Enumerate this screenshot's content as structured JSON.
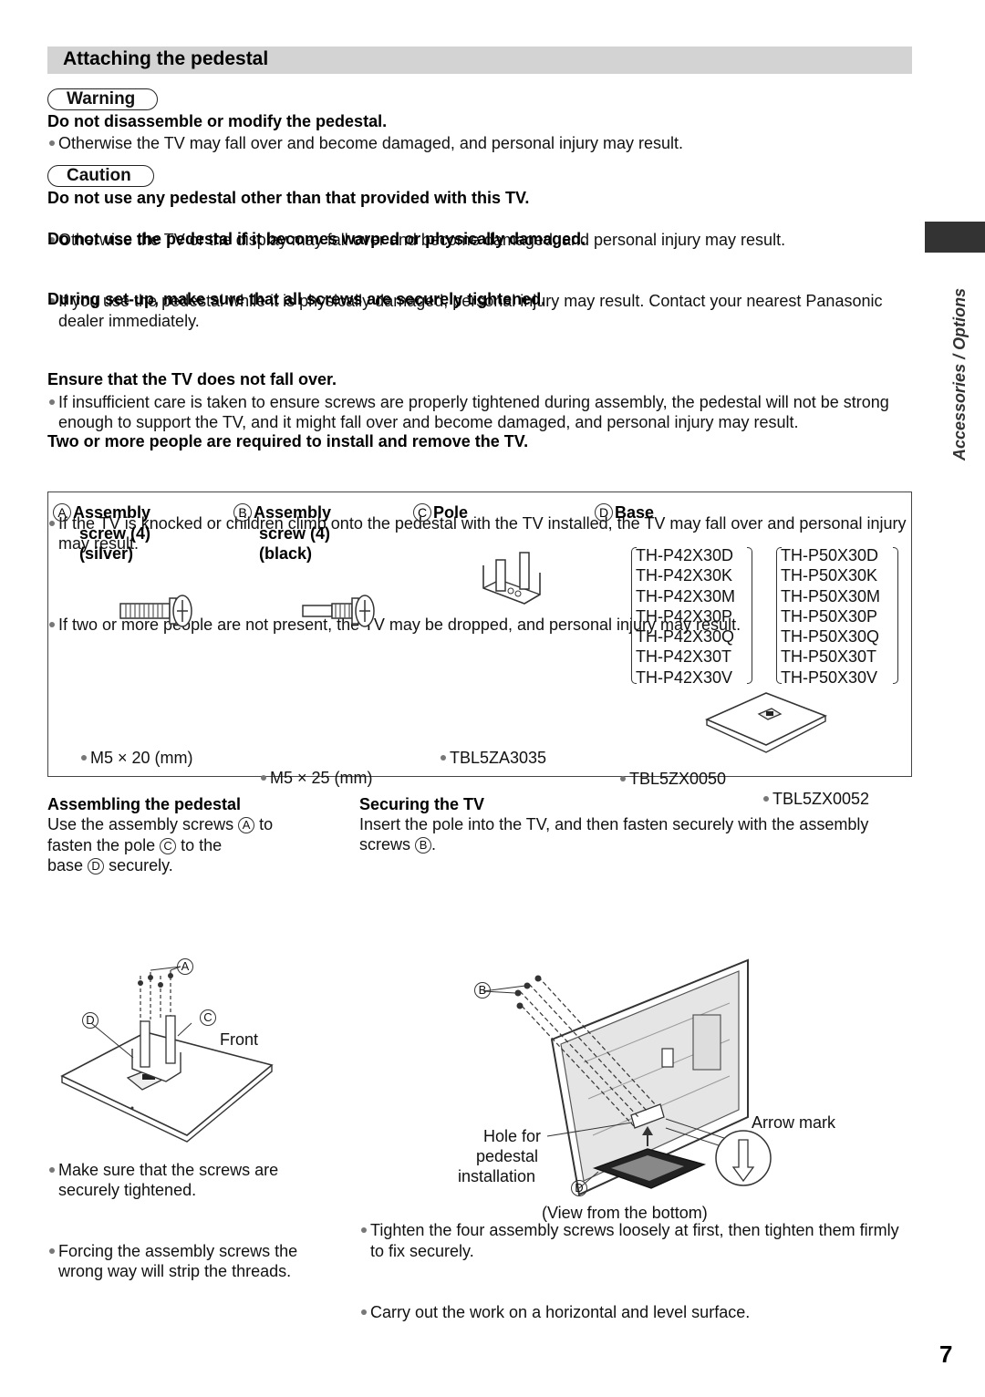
{
  "section": {
    "title": "Attaching the pedestal"
  },
  "warning": {
    "label": "Warning",
    "heading": "Do not disassemble or modify the pedestal.",
    "bullet": "Otherwise the TV may fall over and become damaged, and personal injury may result."
  },
  "caution": {
    "label": "Caution",
    "items": [
      {
        "heading": "Do not use any pedestal other than that provided with this TV.",
        "bullet": "Otherwise the TV or the display may fall over and become damaged, and personal injury may result."
      },
      {
        "heading": "Do not use the pedestal if it becomes warped or physically damaged.",
        "bullet": "If you use the pedestal while it is physically damaged, personal injury may result. Contact your nearest Panasonic dealer immediately."
      },
      {
        "heading": "During set-up, make sure that all screws are securely tightened.",
        "bullet": "If insufficient care is taken to ensure screws are properly tightened during assembly, the pedestal will not be strong enough to support the TV, and it might fall over and become damaged, and personal injury may result."
      },
      {
        "heading": "Ensure that the TV does not fall over.",
        "bullet": "If the TV is knocked or children climb onto the pedestal with the TV installed, the TV may fall over and personal injury may result."
      },
      {
        "heading": "Two or more people are required to install and remove the TV.",
        "bullet": "If two or more people are not present, the TV may be dropped, and personal injury may result."
      }
    ]
  },
  "side": {
    "label": "Accessories / Options"
  },
  "parts": {
    "a": {
      "letter": "A",
      "line1": "Assembly",
      "line2": "screw (4)",
      "line3": "(silver)",
      "spec": "M5 × 20 (mm)"
    },
    "b": {
      "letter": "B",
      "line1": "Assembly",
      "line2": "screw (4)",
      "line3": "(black)",
      "spec": "M5 × 25 (mm)"
    },
    "c": {
      "letter": "C",
      "line1": "Pole",
      "spec": "TBL5ZA3035"
    },
    "d": {
      "letter": "D",
      "line1": "Base",
      "part1": "TBL5ZX0050",
      "part2": "TBL5ZX0052",
      "models1": [
        "TH-P42X30D",
        "TH-P42X30K",
        "TH-P42X30M",
        "TH-P42X30P",
        "TH-P42X30Q",
        "TH-P42X30T",
        "TH-P42X30V"
      ],
      "models2": [
        "TH-P50X30D",
        "TH-P50X30K",
        "TH-P50X30M",
        "TH-P50X30P",
        "TH-P50X30Q",
        "TH-P50X30T",
        "TH-P50X30V"
      ]
    }
  },
  "assembling": {
    "heading": "Assembling the pedestal",
    "t1": "Use the assembly screws",
    "t2": "to",
    "t3": "fasten the pole",
    "t4": "to the",
    "t5": "base",
    "t6": "securely.",
    "b1": "Make sure that the screws are securely tightened.",
    "b2": "Forcing the assembly screws the wrong way will strip the threads.",
    "diagram": {
      "label_a": "A",
      "label_c": "C",
      "label_d": "D",
      "front": "Front"
    }
  },
  "securing": {
    "heading": "Securing the TV",
    "t1": "Insert the pole into the TV, and then fasten securely with the assembly screws",
    "t2": ".",
    "b1": "Tighten the four assembly screws loosely at first, then tighten them firmly to fix securely.",
    "b2": "Carry out the work on a horizontal and level surface.",
    "diagram": {
      "label_b": "B",
      "label_d": "D",
      "hole1": "Hole for",
      "hole2": "pedestal",
      "hole3": "installation",
      "arrow": "Arrow mark",
      "view": "(View from the bottom)"
    }
  },
  "page": {
    "number": "7"
  }
}
